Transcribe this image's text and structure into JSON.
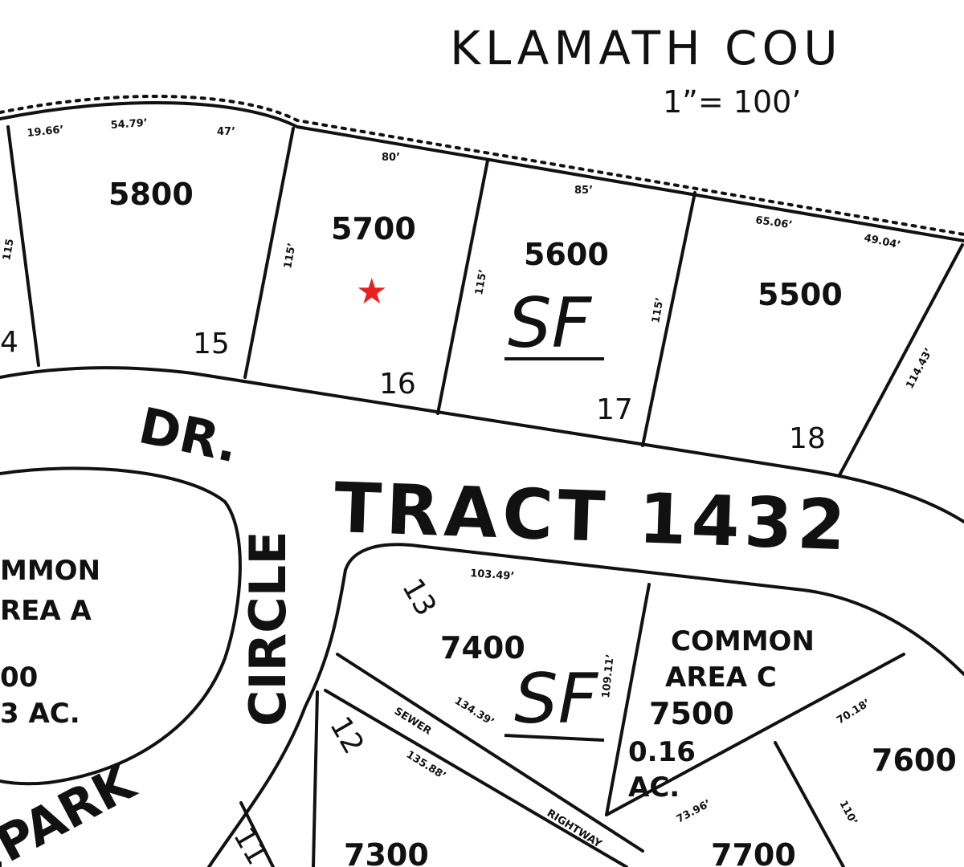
{
  "map": {
    "title": "KLAMATH COU",
    "scale": "1”= 100’",
    "tract": "TRACT 1432",
    "streets": {
      "dr": "DR.",
      "circle": "CIRCLE",
      "park": "PARK"
    },
    "parcels": {
      "p5800": "5800",
      "p5700": "5700",
      "p5600": "5600",
      "p5500": "5500",
      "p7400": "7400",
      "p7500": "7500",
      "p7600": "7600",
      "p7300": "7300",
      "p7700": "7700"
    },
    "lots": {
      "l15": "15",
      "l16": "16",
      "l17": "17",
      "l18": "18",
      "l13": "13",
      "l12": "12",
      "l11": "11",
      "l14": "4"
    },
    "sf_marks": {
      "sf1": "SF",
      "sf2": "SF"
    },
    "common_a": {
      "line1": "MMON",
      "line2": "REA  A",
      "line3": "00",
      "line4": "3  AC."
    },
    "common_c": {
      "line1": "COMMON",
      "line2": "AREA  C",
      "area": "0.16",
      "unit": "AC."
    },
    "dimensions": {
      "d1": "19.66’",
      "d2": "54.79’",
      "d3": "47’",
      "d4": "80’",
      "d5": "85’",
      "d6": "65.06’",
      "d7": "49.04’",
      "d8": "115’",
      "d9": "115’",
      "d10": "115’",
      "d11": "114.43’",
      "d12": "103.49’",
      "d13": "109.11’",
      "d14": "134.39’",
      "d15": "135.88’",
      "d16": "70.18’",
      "d17": "73.96’",
      "d18": "110’",
      "d19": "115"
    },
    "easement": {
      "sewer": "SEWER",
      "rightway": "RIGHTWAY"
    },
    "marker": {
      "color": "#e8201e"
    }
  }
}
